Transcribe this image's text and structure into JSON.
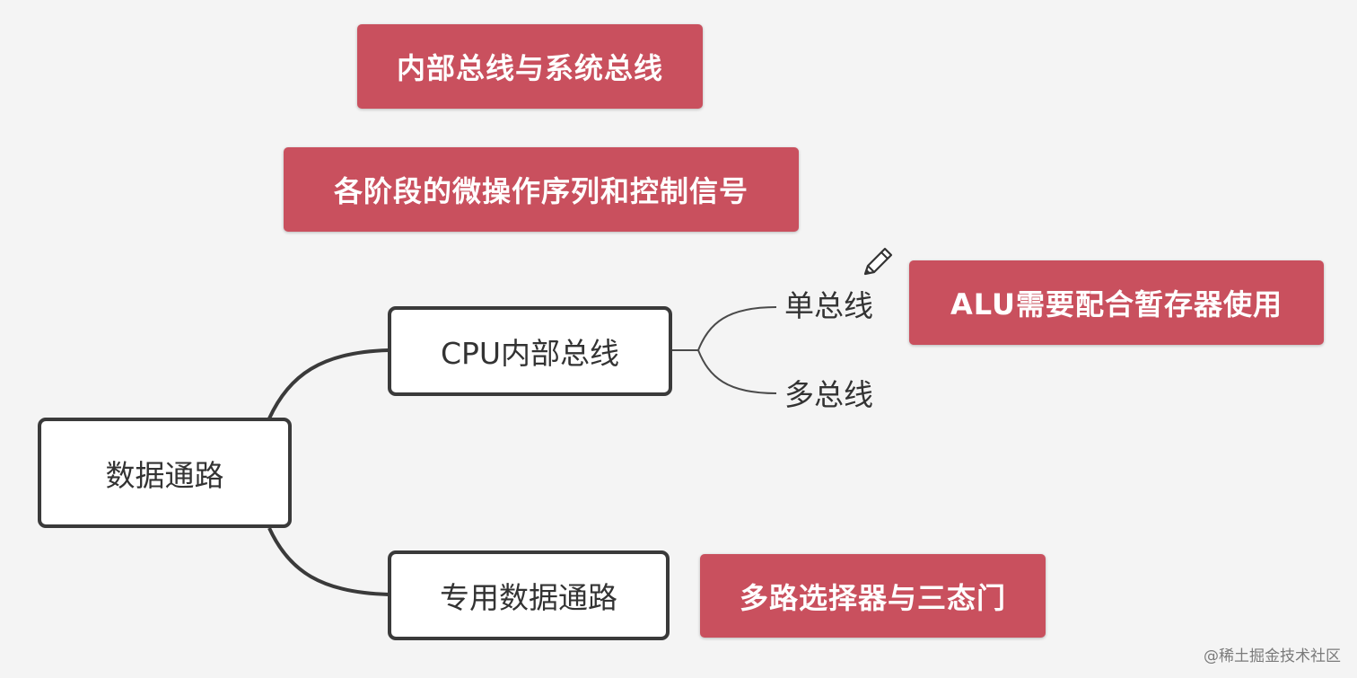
{
  "notes": {
    "internal_vs_system_bus": "内部总线与系统总线",
    "micro_ops_control_signals": "各阶段的微操作序列和控制信号",
    "alu_temp_register": "ALU需要配合暂存器使用",
    "mux_tristate": "多路选择器与三态门"
  },
  "tree": {
    "root": "数据通路",
    "cpu_internal_bus": "CPU内部总线",
    "single_bus": "单总线",
    "multi_bus": "多总线",
    "dedicated_path": "专用数据通路"
  },
  "colors": {
    "note_bg": "#c9505e",
    "node_border": "#3a3a3a",
    "background": "#f4f4f4"
  },
  "icons": {
    "annotation": "pencil-icon"
  },
  "watermark": "@稀土掘金技术社区"
}
